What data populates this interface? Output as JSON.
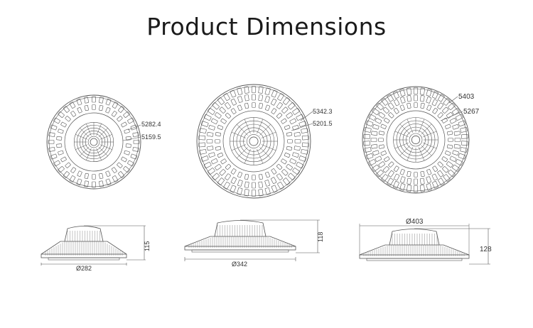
{
  "title": "Product Dimensions",
  "colors": {
    "line": "#555555",
    "text": "#222222",
    "background": "#ffffff"
  },
  "products": [
    {
      "id": "small",
      "top_outer": "5282.4",
      "top_inner": "5159.5",
      "width": "Ø282",
      "height": "115"
    },
    {
      "id": "medium",
      "top_outer": "5342.3",
      "top_inner": "5201.5",
      "width": "Ø342",
      "height": "118"
    },
    {
      "id": "large",
      "top_outer": "5403",
      "top_inner": "5267",
      "width": "Ø403",
      "height": "128"
    }
  ]
}
